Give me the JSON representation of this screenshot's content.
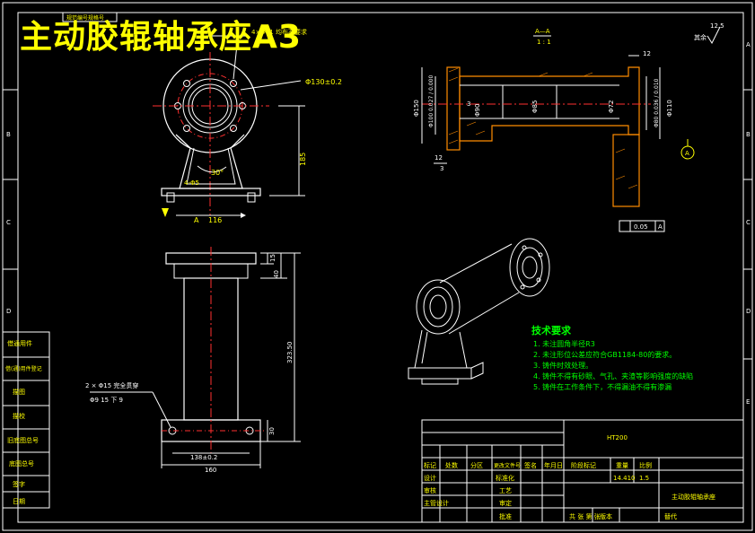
{
  "drawing": {
    "title": "主动胶辊轴承座A3",
    "top_left_box": "规范编号规格号",
    "section_label_top": "A—A",
    "section_label_bottom": "1 : 1",
    "roughness_value": "12.5",
    "roughness_label": "其余"
  },
  "border_labels": {
    "rows_left": [
      "B",
      "C",
      "D"
    ],
    "rows_right": [
      "A",
      "B",
      "C",
      "D",
      "E"
    ]
  },
  "dimensions": {
    "front_view": {
      "bolt_circle": "4×Φ11 均布孔要求",
      "diameter_130": "Φ130±0.2",
      "height_185": "185",
      "angle_30": "30°",
      "dim_4x45": "4-Φ5",
      "width_116": "116",
      "mark_a": "A"
    },
    "section_view": {
      "h1": "Φ150",
      "h2": "Φ100 0.027 / 0.000",
      "h3": "Φ90",
      "h4": "Φ85",
      "h5": "Φ72",
      "h6": "Φ80 0.036 / 0.010",
      "h7": "Φ110",
      "top_12": "12",
      "left_12": "12",
      "top_3": "3",
      "left_3": "3",
      "datum": "A",
      "tolerance_frame": "0.05",
      "tolerance_datum": "A"
    },
    "bottom_view": {
      "note": "2 × Φ15 完全贯穿",
      "note2": "Φ9 15 下 9",
      "h15": "15",
      "h40": "40",
      "h323": "323.50",
      "h30": "30",
      "w138": "138±0.2",
      "w160": "160"
    }
  },
  "tech_requirements": {
    "heading": "技术要求",
    "items": [
      "1. 未注圆角半径R3",
      "2. 未注形位公差应符合GB1184-80的要求。",
      "3. 铸件时效处理。",
      "4. 铸件不得有砂眼、气孔、夹渣等影响强度的缺陷",
      "5. 铸件在工作条件下，不得漏油不得有渗漏"
    ]
  },
  "left_strip": [
    "借(通)用件登记",
    "描图",
    "描校",
    "旧底图总号",
    "底图总号",
    "签字",
    "日期"
  ],
  "left_strip_top": "借通用件",
  "title_block": {
    "material": "HT200",
    "headers": [
      "标记",
      "处数",
      "分区",
      "更改文件号",
      "签名",
      "年月日"
    ],
    "rows": [
      "设计",
      "审核",
      "工艺",
      "标准化",
      "主管设计",
      "审定",
      "批准"
    ],
    "stage_headers": [
      "阶段标记",
      "重量",
      "比例"
    ],
    "weight": "14.410",
    "scale": "1.5",
    "part_name": "主动胶辊轴承座",
    "footer": [
      "共 张 第 张",
      "版本",
      "替代"
    ]
  }
}
